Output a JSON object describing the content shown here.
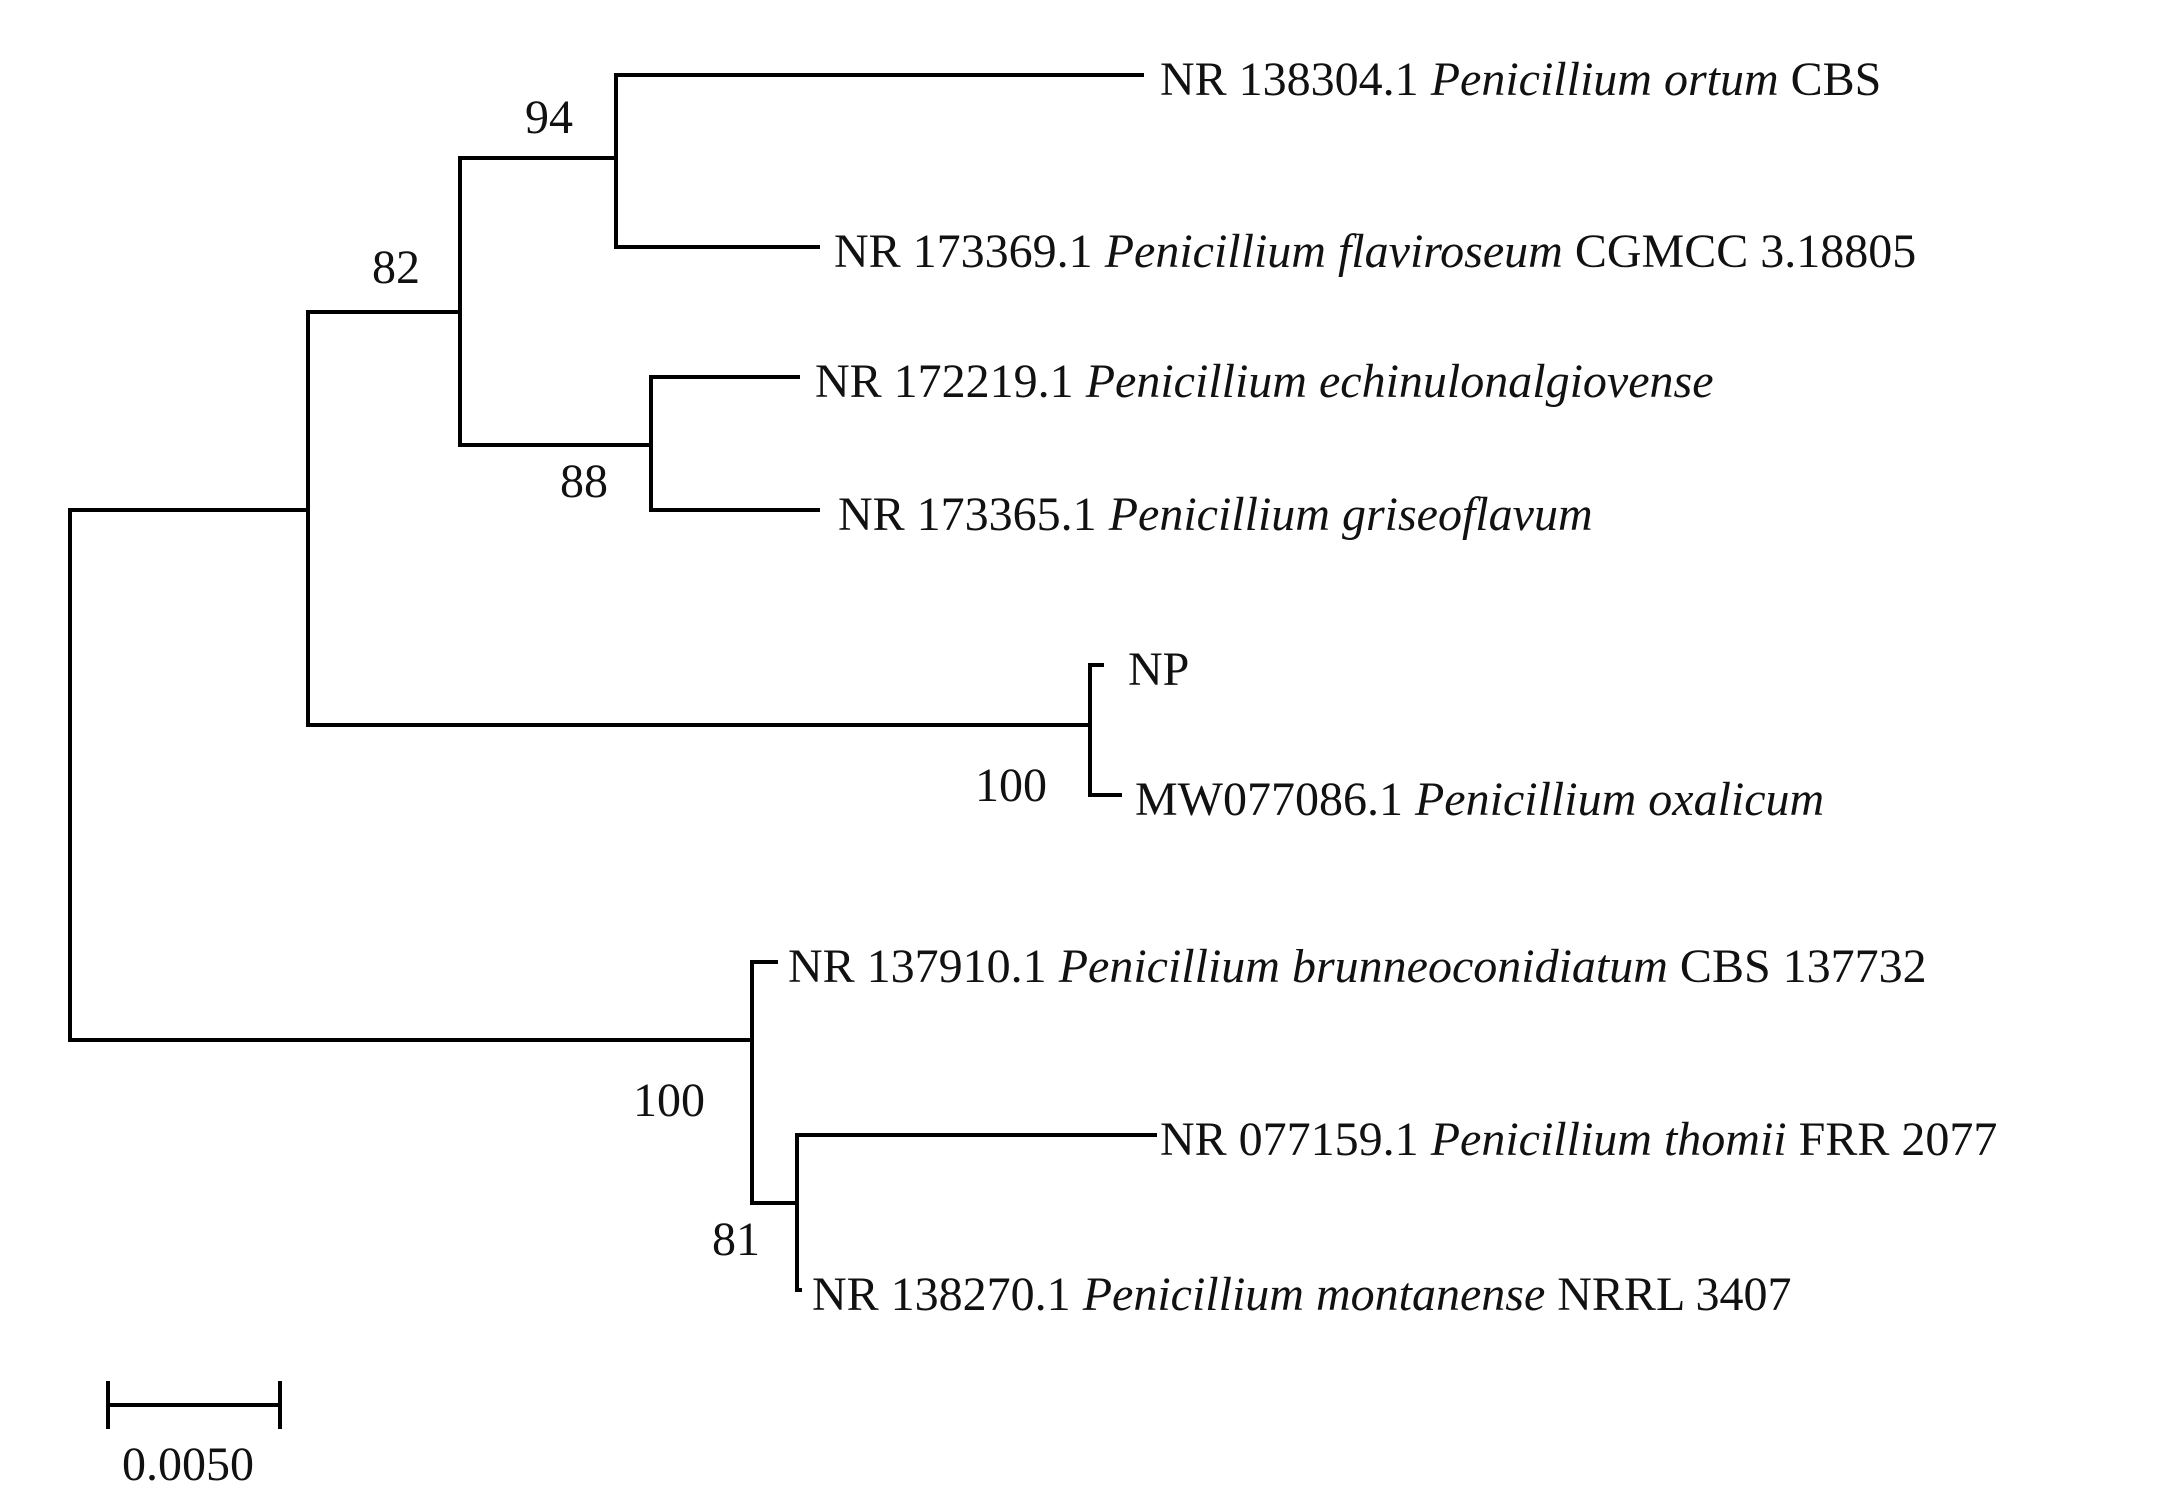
{
  "tree": {
    "leaves": [
      {
        "id": "ortum",
        "accession": "NR 138304.1",
        "species": "Penicillium ortum",
        "strain": "CBS"
      },
      {
        "id": "flaviroseum",
        "accession": "NR 173369.1",
        "species": "Penicillium flaviroseum",
        "strain": "CGMCC 3.18805"
      },
      {
        "id": "echinulonalgiovense",
        "accession": "NR 172219.1",
        "species": "Penicillium echinulonalgiovense",
        "strain": ""
      },
      {
        "id": "griseoflavum",
        "accession": "NR 173365.1",
        "species": "Penicillium griseoflavum",
        "strain": ""
      },
      {
        "id": "np",
        "accession": "NP",
        "species": "",
        "strain": ""
      },
      {
        "id": "oxalicum",
        "accession": "MW077086.1",
        "species": "Penicillium oxalicum",
        "strain": ""
      },
      {
        "id": "brunneoconidiatum",
        "accession": "NR 137910.1",
        "species": "Penicillium brunneoconidiatum",
        "strain": "CBS 137732"
      },
      {
        "id": "thomii",
        "accession": "NR 077159.1",
        "species": "Penicillium thomii",
        "strain": "FRR 2077"
      },
      {
        "id": "montanense",
        "accession": "NR 138270.1",
        "species": "Penicillium montanense",
        "strain": "NRRL 3407"
      }
    ],
    "bootstrap": {
      "ortum_flaviroseum": "94",
      "clade_82": "82",
      "echinulonalgiovense_griseoflavum": "88",
      "np_oxalicum": "100",
      "brunneoconidiatum_clade": "100",
      "thomii_montanense": "81"
    }
  },
  "scale_bar": {
    "label": "0.0050"
  }
}
